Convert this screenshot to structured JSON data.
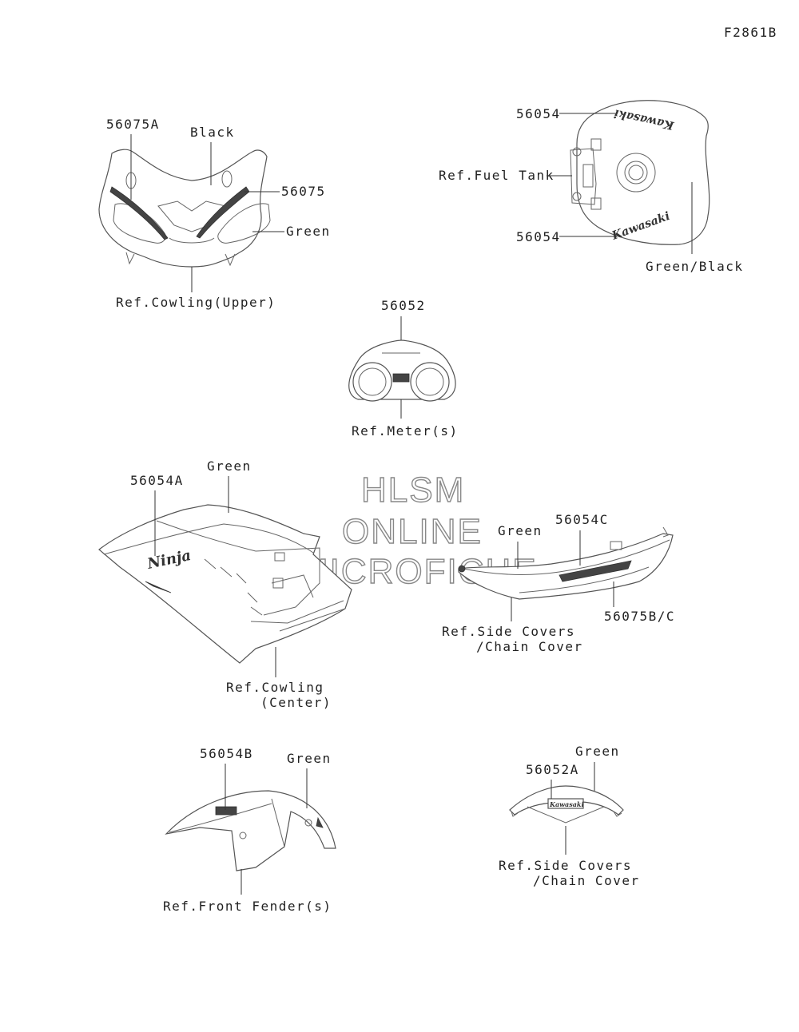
{
  "diagram_id": "F2861B",
  "watermark": {
    "line1": "HLSM",
    "line2": "ONLINE",
    "line3": "MICROFICHE"
  },
  "logos": {
    "brand": "Kawasaki",
    "model": "Ninja"
  },
  "colors": {
    "line": "#333333",
    "text": "#222222",
    "watermark": "#888888"
  },
  "groups": {
    "cowling_upper": {
      "part_56075A": "56075A",
      "color_black": "Black",
      "part_56075": "56075",
      "color_green": "Green",
      "ref": "Ref.Cowling(Upper)"
    },
    "fuel_tank": {
      "part_56054_top": "56054",
      "ref": "Ref.Fuel Tank",
      "part_56054_bottom": "56054",
      "color": "Green/Black"
    },
    "meter": {
      "part": "56052",
      "ref": "Ref.Meter(s)"
    },
    "cowling_center": {
      "part": "56054A",
      "color": "Green",
      "ref_line1": "Ref.Cowling",
      "ref_line2": "(Center)"
    },
    "side_covers": {
      "color": "Green",
      "part_56054C": "56054C",
      "part_56075BC": "56075B/C",
      "ref_line1": "Ref.Side Covers",
      "ref_line2": "/Chain Cover"
    },
    "front_fender": {
      "part": "56054B",
      "color": "Green",
      "ref": "Ref.Front Fender(s)"
    },
    "rear_cover": {
      "color": "Green",
      "part": "56052A",
      "ref_line1": "Ref.Side Covers",
      "ref_line2": "/Chain Cover"
    }
  }
}
